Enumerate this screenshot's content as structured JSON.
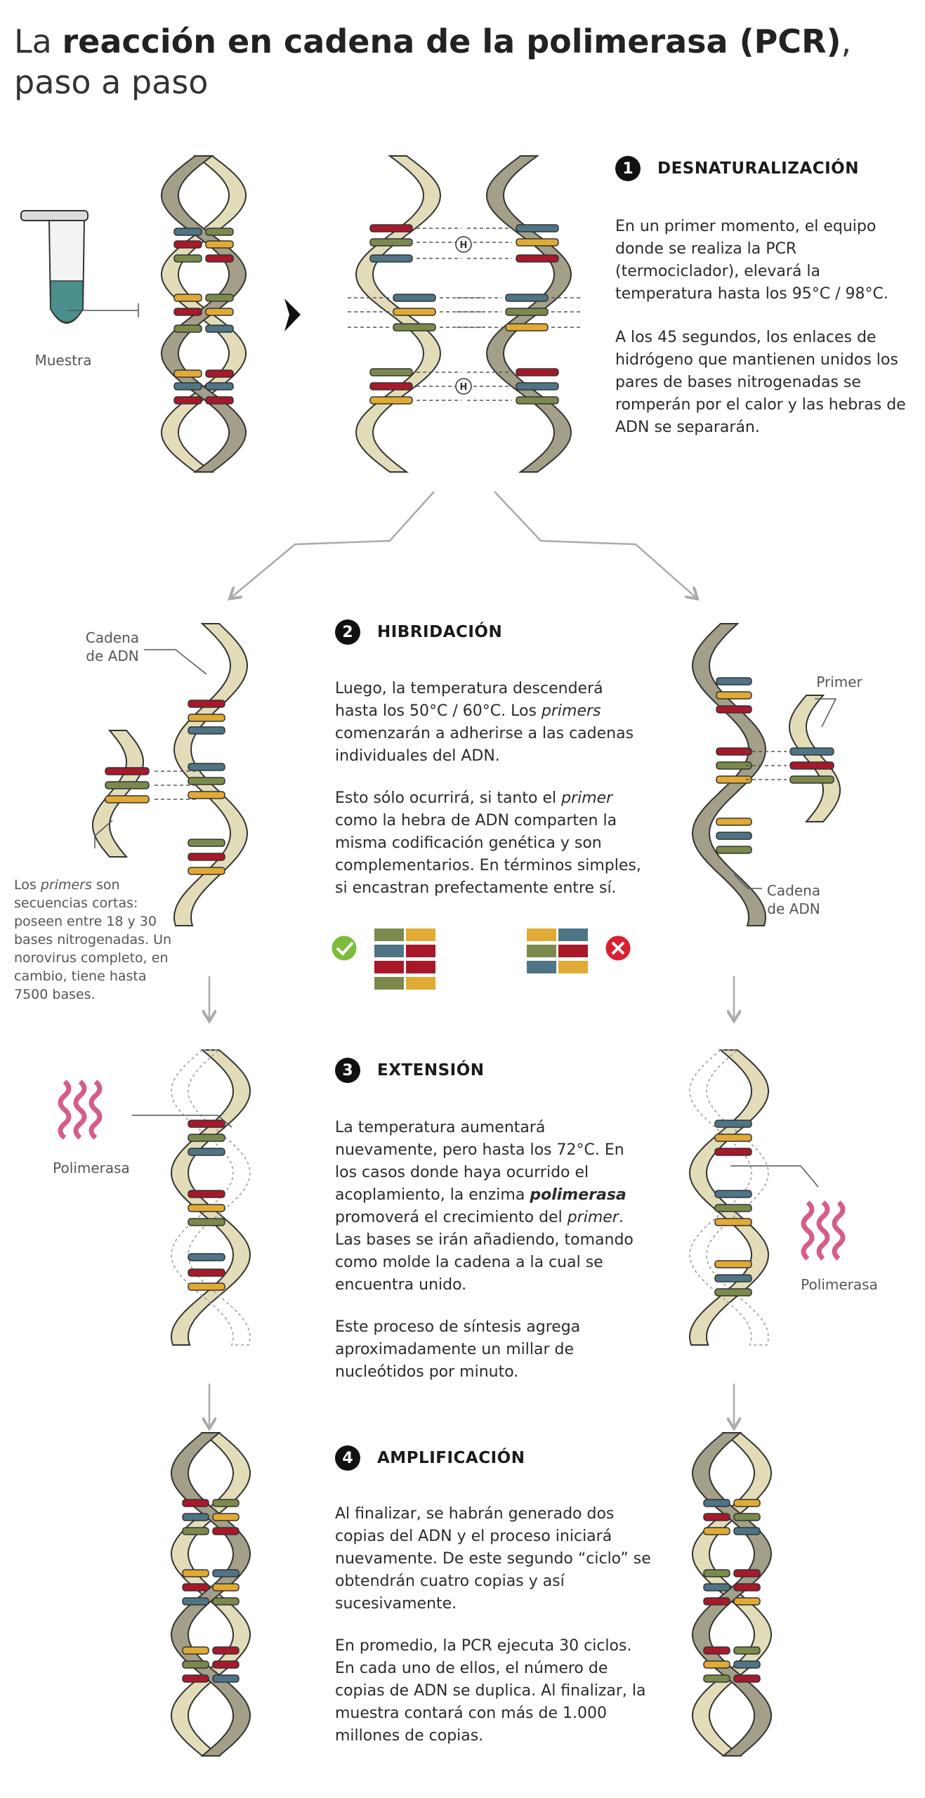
{
  "title": {
    "part1": "La ",
    "bold1": "reacción en cadena de la polimerasa (PCR)",
    "part2": ", paso a paso"
  },
  "steps": [
    {
      "number": "1",
      "title": "DESNATURALIZACIÓN",
      "paragraphs": [
        [
          "En un primer momento, el equipo donde se realiza la PCR (termociclador), elevará la temperatura hasta los 95°C / 98°C."
        ],
        [
          "A los 45 segundos, los enlaces de hidrógeno que mantienen unidos los pares de bases nitrogenadas se romperán por el calor y las hebras de ADN se separarán."
        ]
      ]
    },
    {
      "number": "2",
      "title": "HIBRIDACIÓN",
      "p1": {
        "a": "Luego, la temperatura descenderá hasta los 50°C / 60°C. Los ",
        "em": "primers",
        "b": " comenzarán a adherirse a las cadenas individuales del ADN."
      },
      "p2": {
        "a": "Esto sólo ocurrirá, si tanto el ",
        "em": "primer",
        "b": " como la hebra de ADN comparten la misma codificación genética y son complementarios. En términos simples, si encastran prefectamente entre sí."
      }
    },
    {
      "number": "3",
      "title": "EXTENSIÓN",
      "p1": {
        "a": "La temperatura aumentará nuevamente, pero hasta los 72°C. En los casos donde haya ocurrido el acoplamiento, la enzima ",
        "bold": "polimerasa",
        "b": " promoverá el crecimiento del ",
        "em": "primer",
        "c": ". Las bases se irán añadiendo, tomando como molde la cadena a la cual se encuentra unido."
      },
      "p2": "Este proceso de síntesis agrega aproximadamente un millar de nucleótidos por minuto."
    },
    {
      "number": "4",
      "title": "AMPLIFICACIÓN",
      "p1": "Al finalizar, se habrán generado dos copias del ADN y el proceso iniciará nuevamente. De este segundo “ciclo” se obtendrán cuatro copias y así sucesivamente.",
      "p2": "En promedio, la PCR ejecuta 30 ciclos. En cada uno de ellos, el número de copias de ADN se duplica. Al finalizar, la muestra contará con más de 1.000 millones de copias."
    }
  ],
  "labels": {
    "muestra": "Muestra",
    "hydrogen": "H",
    "cadena_left": "Cadena de ADN",
    "cadena_right": "Cadena de ADN",
    "primer": "Primer",
    "polimerasa_left": "Polimerasa",
    "polimerasa_right": "Polimerasa"
  },
  "primers_note": {
    "a": "Los ",
    "em": "primers",
    "b": " son secuencias cortas: poseen entre 18 y 30 bases nitrogenadas. Un norovirus completo, en cambio, tiene hasta 7500 bases."
  },
  "colors": {
    "strand_light": "#e2dcb9",
    "strand_dark": "#a39f88",
    "outline": "#333333",
    "red": "#a8182a",
    "blue": "#4e7486",
    "green": "#7b8a4c",
    "yellow": "#e0aa35",
    "pink": "#d45d8a",
    "check": "#7dbb3c",
    "cross": "#d8202f",
    "arrow": "#aaaaaa"
  }
}
